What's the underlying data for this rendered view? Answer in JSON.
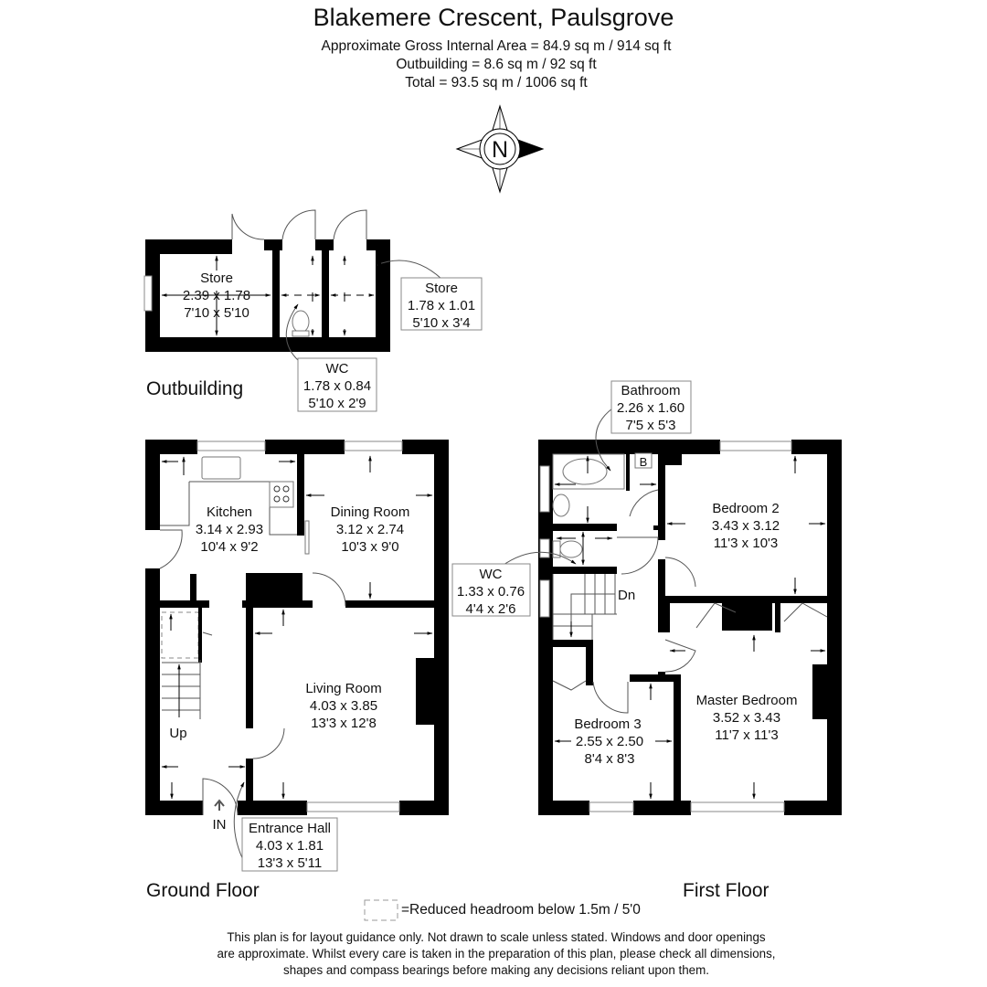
{
  "header": {
    "title": "Blakemere Crescent, Paulsgrove",
    "gross_internal_area": "Approximate Gross Internal Area = 84.9 sq m / 914 sq ft",
    "outbuilding_area": "Outbuilding = 8.6 sq m / 92 sq ft",
    "total_area": "Total = 93.5 sq m / 1006 sq ft"
  },
  "compass": {
    "label": "N",
    "icon": "compass-rose-icon"
  },
  "outbuilding": {
    "label": "Outbuilding",
    "rooms": [
      {
        "name": "Store",
        "metric": "2.39 x 1.78",
        "imperial": "7'10 x 5'10"
      },
      {
        "name": "WC",
        "metric": "1.78 x 0.84",
        "imperial": "5'10 x 2'9"
      },
      {
        "name": "Store",
        "metric": "1.78 x 1.01",
        "imperial": "5'10 x 3'4"
      }
    ]
  },
  "ground_floor": {
    "label": "Ground Floor",
    "rooms": [
      {
        "name": "Kitchen",
        "metric": "3.14 x 2.93",
        "imperial": "10'4 x 9'2"
      },
      {
        "name": "Dining Room",
        "metric": "3.12 x 2.74",
        "imperial": "10'3 x 9'0"
      },
      {
        "name": "Living Room",
        "metric": "4.03 x 3.85",
        "imperial": "13'3 x 12'8"
      },
      {
        "name": "Entrance Hall",
        "metric": "4.03 x 1.81",
        "imperial": "13'3 x 5'11"
      }
    ],
    "stairs_label": "Up",
    "entrance_label": "IN"
  },
  "first_floor": {
    "label": "First Floor",
    "rooms": [
      {
        "name": "Bathroom",
        "metric": "2.26 x 1.60",
        "imperial": "7'5 x 5'3"
      },
      {
        "name": "Bedroom 2",
        "metric": "3.43 x 3.12",
        "imperial": "11'3 x 10'3"
      },
      {
        "name": "WC",
        "metric": "1.33 x 0.76",
        "imperial": "4'4 x 2'6"
      },
      {
        "name": "Master Bedroom",
        "metric": "3.52 x 3.43",
        "imperial": "11'7 x 11'3"
      },
      {
        "name": "Bedroom 3",
        "metric": "2.55 x 2.50",
        "imperial": "8'4 x 8'3"
      }
    ],
    "stairs_label": "Dn",
    "boiler_label": "B"
  },
  "legend": {
    "reduced_headroom": "=Reduced headroom below 1.5m / 5'0"
  },
  "disclaimer": {
    "line1": "This plan is for layout guidance only. Not drawn to scale unless stated. Windows and door openings",
    "line2": "are approximate. Whilst every care is taken in the preparation of this plan, please check all dimensions,",
    "line3": "shapes and compass bearings before making any decisions reliant upon them."
  }
}
